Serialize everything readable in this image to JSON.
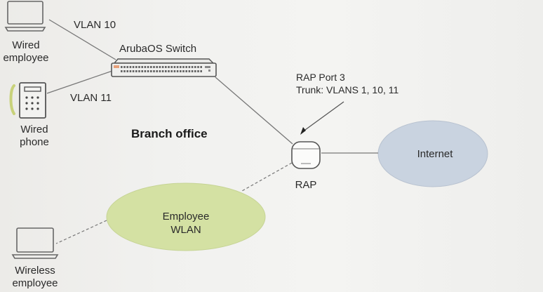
{
  "diagram": {
    "title": "Branch office",
    "nodes": {
      "wired_employee": {
        "label_line1": "Wired",
        "label_line2": "employee",
        "icon": "laptop-icon"
      },
      "wired_phone": {
        "label_line1": "Wired",
        "label_line2": "phone",
        "icon": "desk-phone-icon"
      },
      "switch": {
        "label": "ArubaOS Switch",
        "icon": "network-switch-icon"
      },
      "rap": {
        "label": "RAP",
        "icon": "access-point-icon"
      },
      "internet": {
        "label": "Internet",
        "shape": "ellipse",
        "color": "#c9d3e0"
      },
      "employee_wlan": {
        "label_line1": "Employee",
        "label_line2": "WLAN",
        "shape": "ellipse",
        "color": "#d6e2a6"
      },
      "wireless_employee": {
        "label_line1": "Wireless",
        "label_line2": "employee",
        "icon": "laptop-icon"
      }
    },
    "links": [
      {
        "from": "wired_employee",
        "to": "switch",
        "label": "VLAN 10",
        "style": "solid"
      },
      {
        "from": "wired_phone",
        "to": "switch",
        "label": "VLAN 11",
        "style": "solid"
      },
      {
        "from": "switch",
        "to": "rap",
        "label": "",
        "style": "solid"
      },
      {
        "from": "rap",
        "to": "internet",
        "label": "",
        "style": "solid"
      },
      {
        "from": "rap",
        "to": "employee_wlan",
        "label": "",
        "style": "dashed"
      },
      {
        "from": "employee_wlan",
        "to": "wireless_employee",
        "label": "",
        "style": "dashed"
      }
    ],
    "annotation": {
      "line1": "RAP Port 3",
      "line2": "Trunk: VLANS 1, 10, 11",
      "points_to": "rap"
    }
  }
}
